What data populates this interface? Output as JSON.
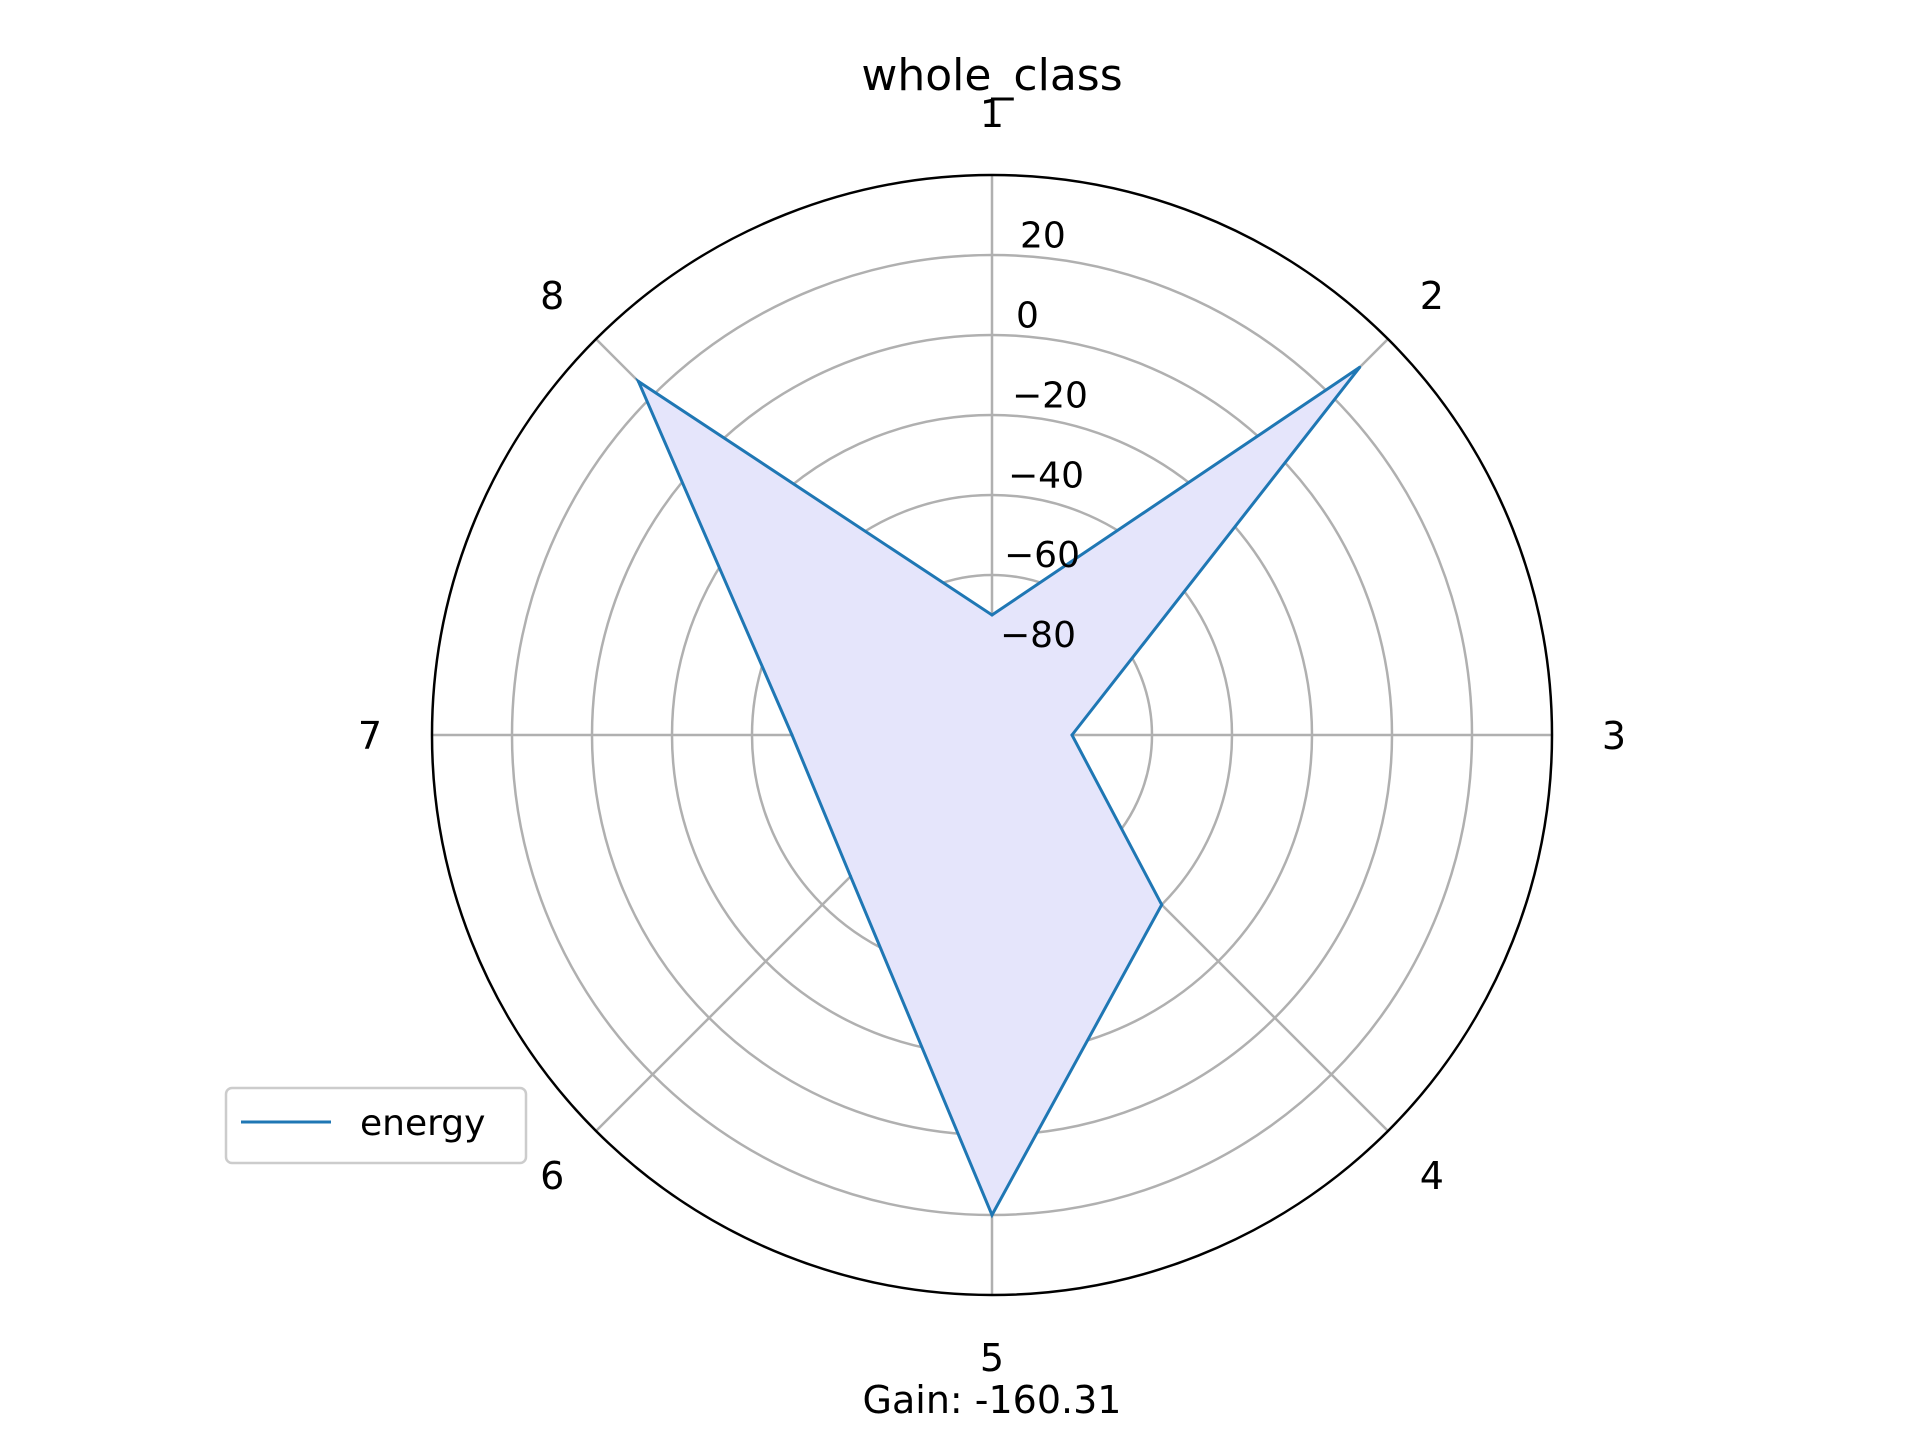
{
  "chart_data": {
    "type": "radar",
    "title": "whole_class",
    "caption": "Gain: -160.31",
    "categories": [
      "1",
      "2",
      "3",
      "4",
      "5",
      "6",
      "7",
      "8"
    ],
    "series": [
      {
        "name": "energy",
        "values": [
          -70,
          30,
          -80,
          -40,
          20,
          -50,
          -50,
          25
        ],
        "line_color": "#1f77b4",
        "fill_color": "#e5e5fb"
      }
    ],
    "radial_ticks": [
      -80,
      -60,
      -40,
      -20,
      0,
      20
    ],
    "rlim": [
      -100,
      40
    ],
    "grid": true,
    "legend_position": "lower-left"
  }
}
